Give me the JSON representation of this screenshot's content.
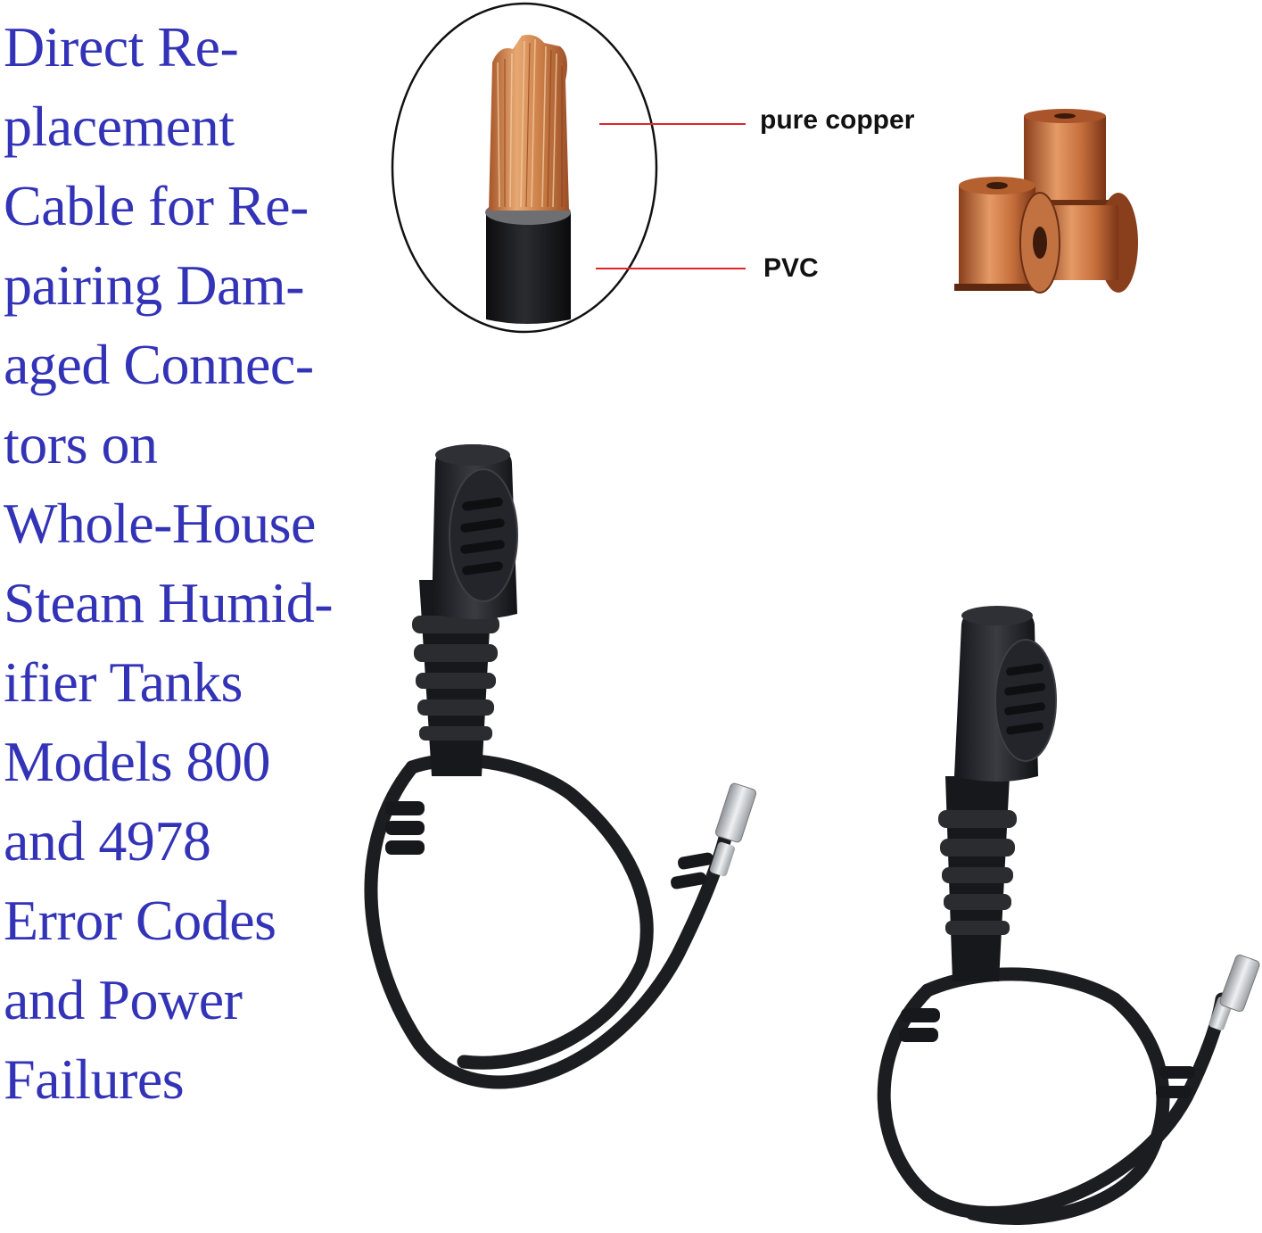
{
  "headline": {
    "lines": [
      "Direct Re-",
      "placement",
      "Cable for Re-",
      "pairing Dam-",
      "aged Connec-",
      "tors on",
      "Whole-House",
      "Steam Humid-",
      "ifier Tanks",
      "Models 800",
      "and 4978",
      "Error Codes",
      "and Power",
      "Failures"
    ]
  },
  "cable_diagram": {
    "copper_label": "pure copper",
    "insulation_label": "PVC"
  },
  "colors": {
    "headline": "#3333b8",
    "callout_line": "#e0262b",
    "copper": "#c8743c",
    "cable": "#1c1d20"
  }
}
